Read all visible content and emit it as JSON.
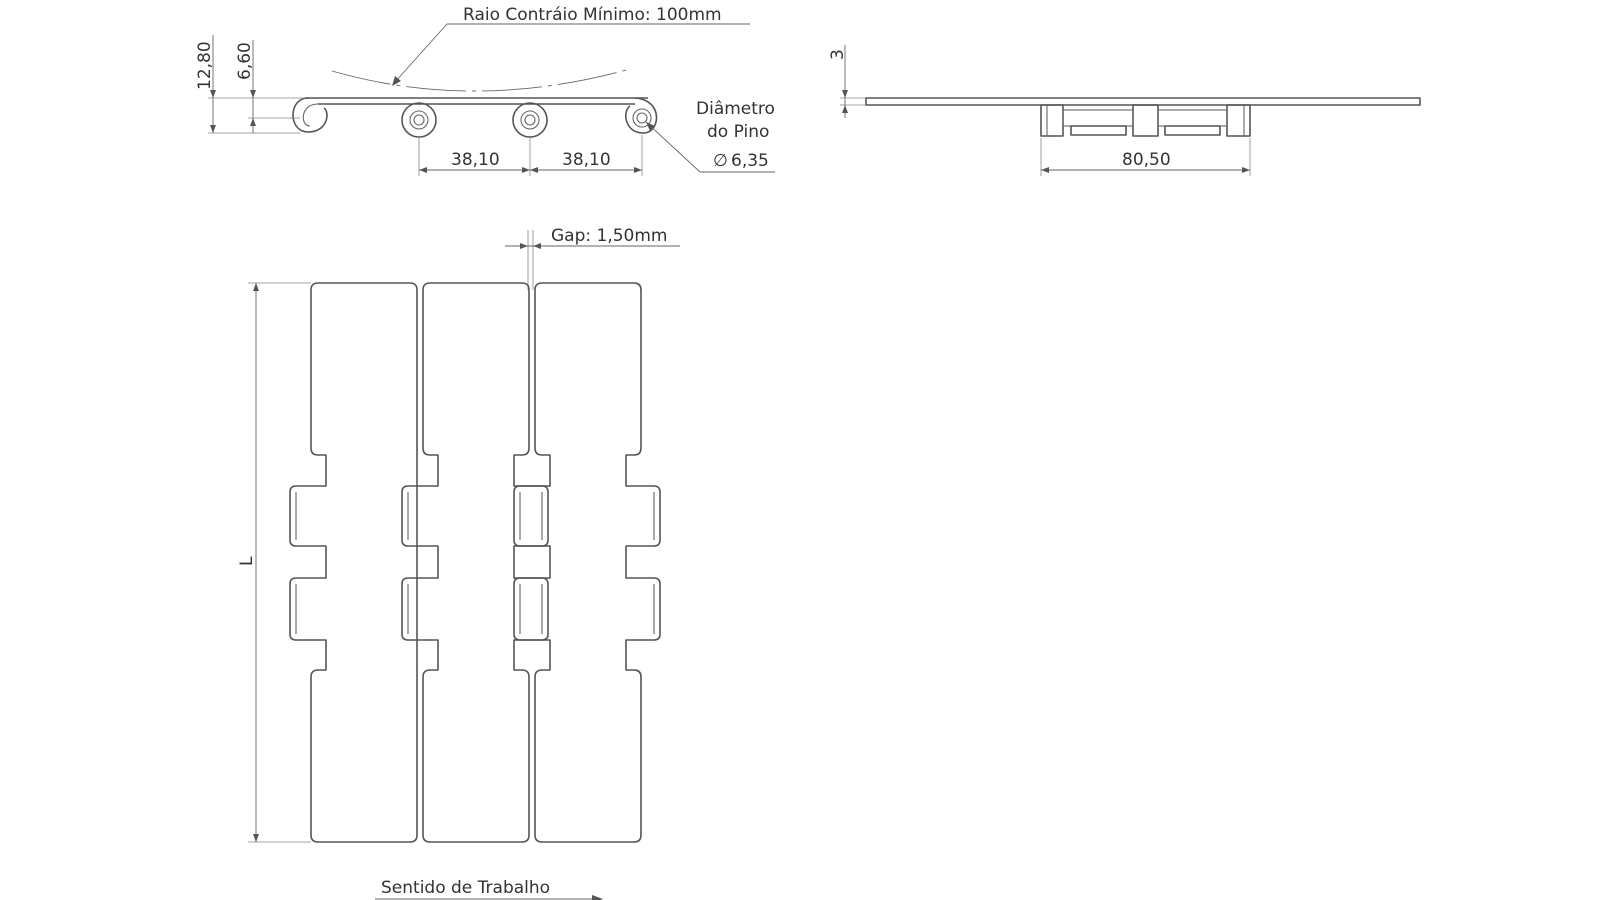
{
  "labels": {
    "min_radius": "Raio Contráio Mínimo: 100mm",
    "height_total": "12,80",
    "height_pin": "6,60",
    "pitch_1": "38,10",
    "pitch_2": "38,10",
    "pin_label_line1": "Diâmetro",
    "pin_label_line2": "do Pino",
    "pin_diameter_symbol": "∅",
    "pin_diameter": "6,35",
    "thickness": "3",
    "width_hinge": "80,50",
    "gap": "Gap: 1,50mm",
    "length": "L",
    "direction": "Sentido de Trabalho"
  },
  "colors": {
    "background": "#ffffff",
    "line": "#555555",
    "text": "#333333"
  }
}
